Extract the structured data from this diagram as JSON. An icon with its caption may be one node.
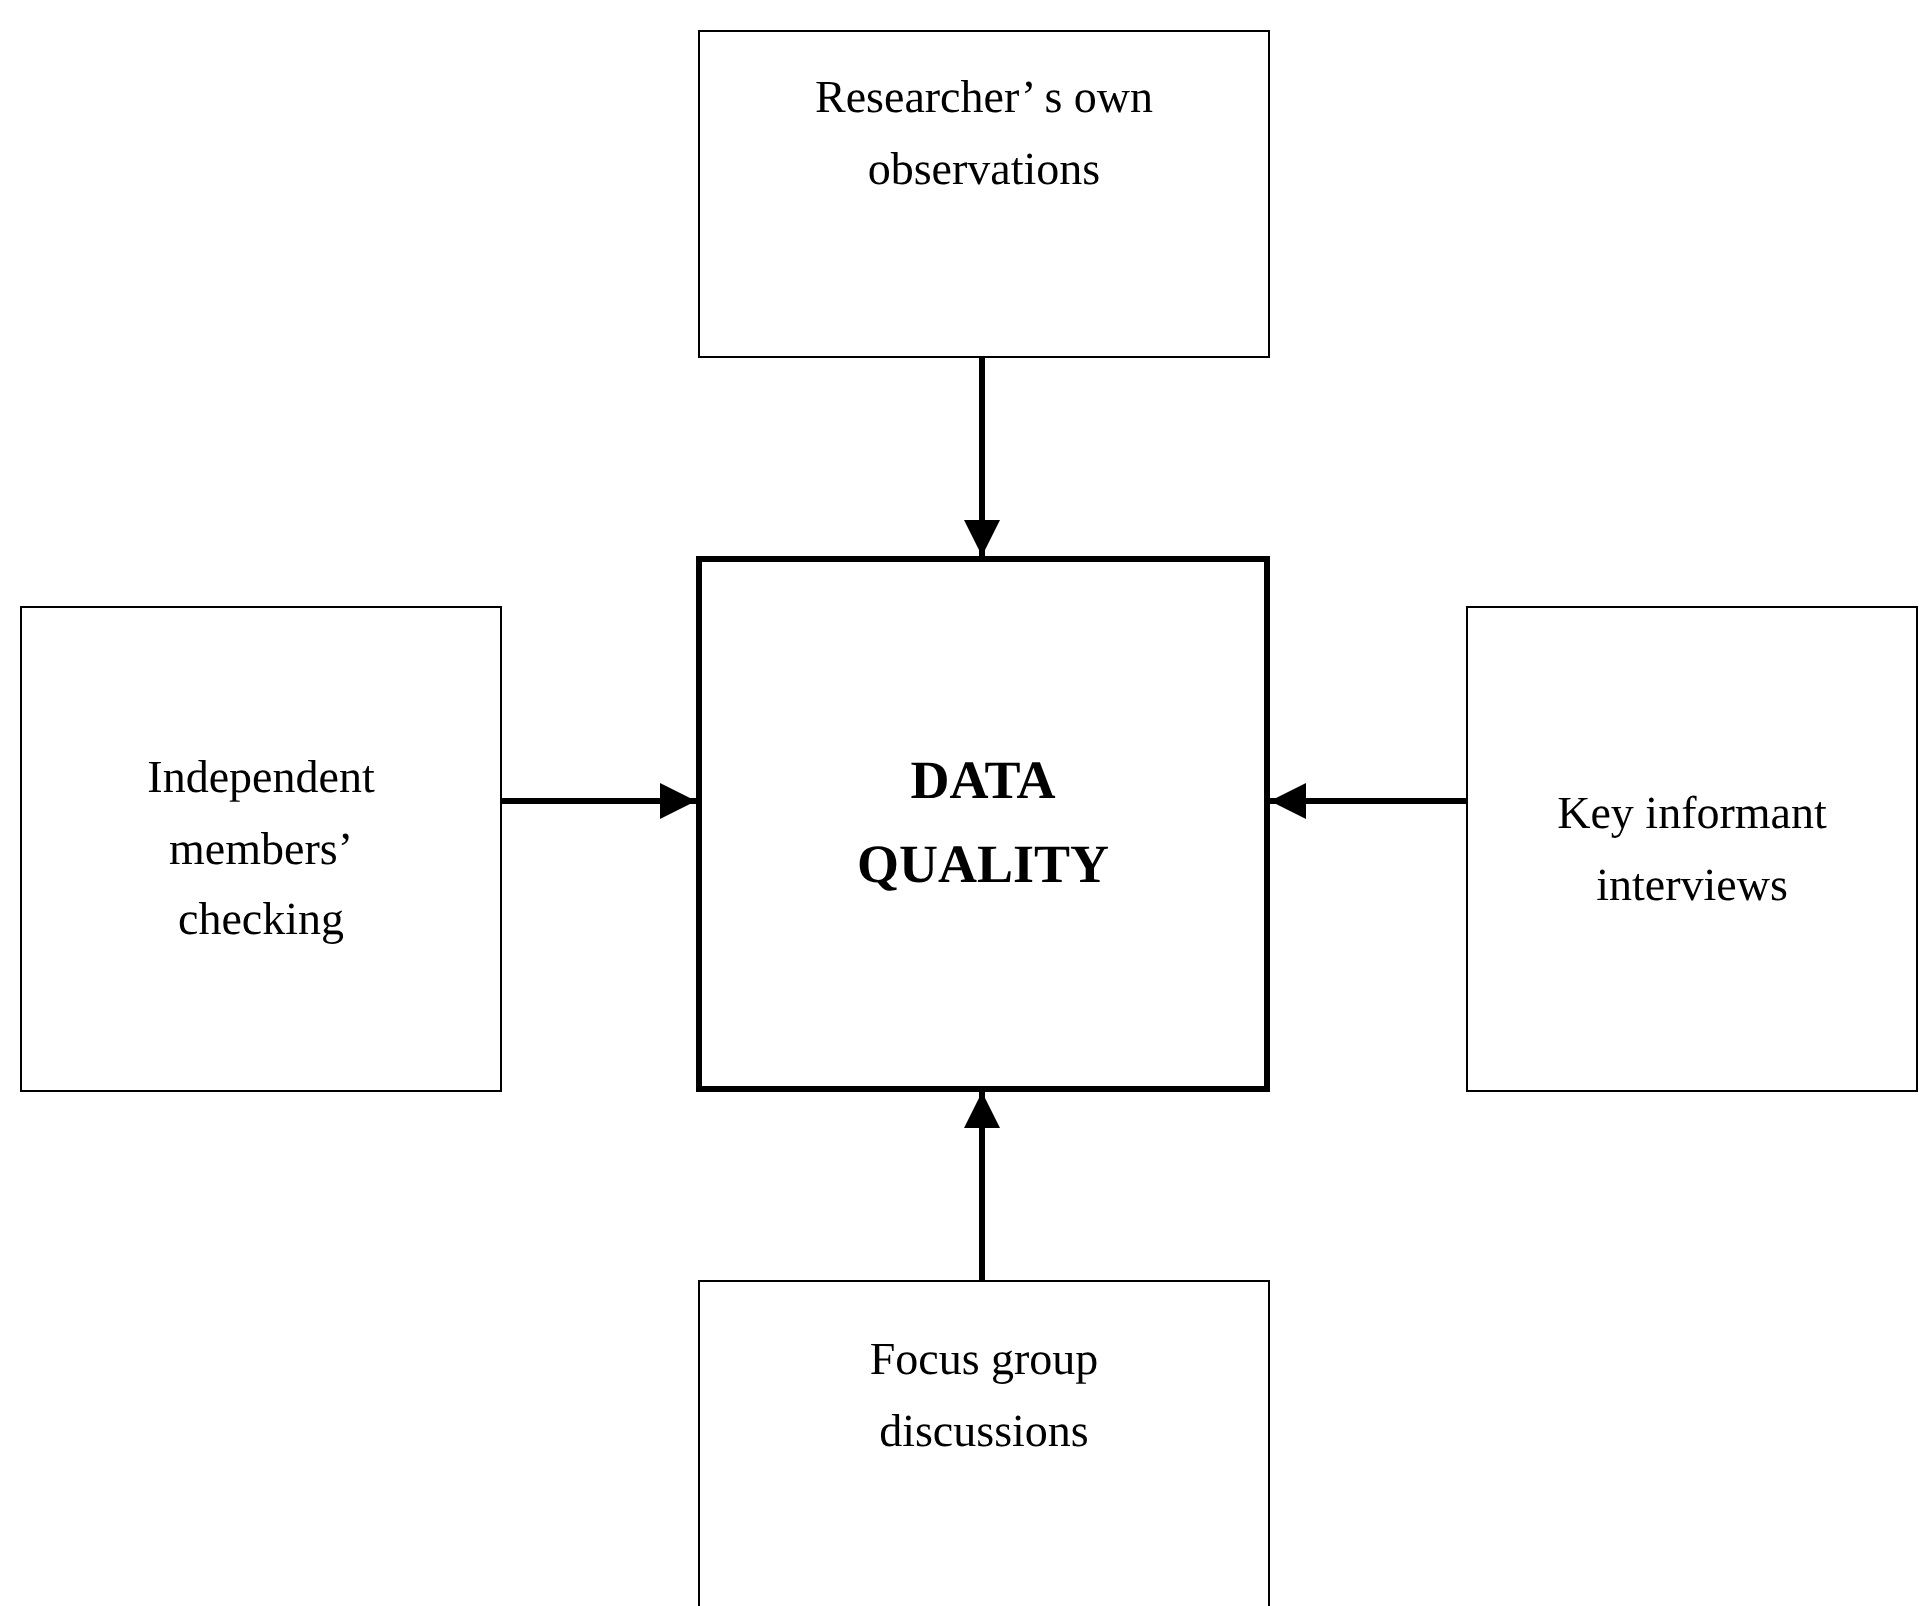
{
  "diagram": {
    "nodes": [
      {
        "text": [
          "Researcher’ s own observations"
        ]
      },
      {
        "text": [
          "Independent members’ checking"
        ]
      },
      {
        "text": [
          "DATA QUALITY"
        ]
      },
      {
        "text": [
          "Key informant interviews"
        ]
      },
      {
        "text": [
          "Focus group discussions"
        ]
      }
    ],
    "edges": [
      {
        "from": 0,
        "to": 2,
        "arrow": "to"
      },
      {
        "from": 1,
        "to": 2,
        "arrow": "to"
      },
      {
        "from": 3,
        "to": 2,
        "arrow": "to"
      },
      {
        "from": 4,
        "to": 2,
        "arrow": "to"
      }
    ]
  }
}
